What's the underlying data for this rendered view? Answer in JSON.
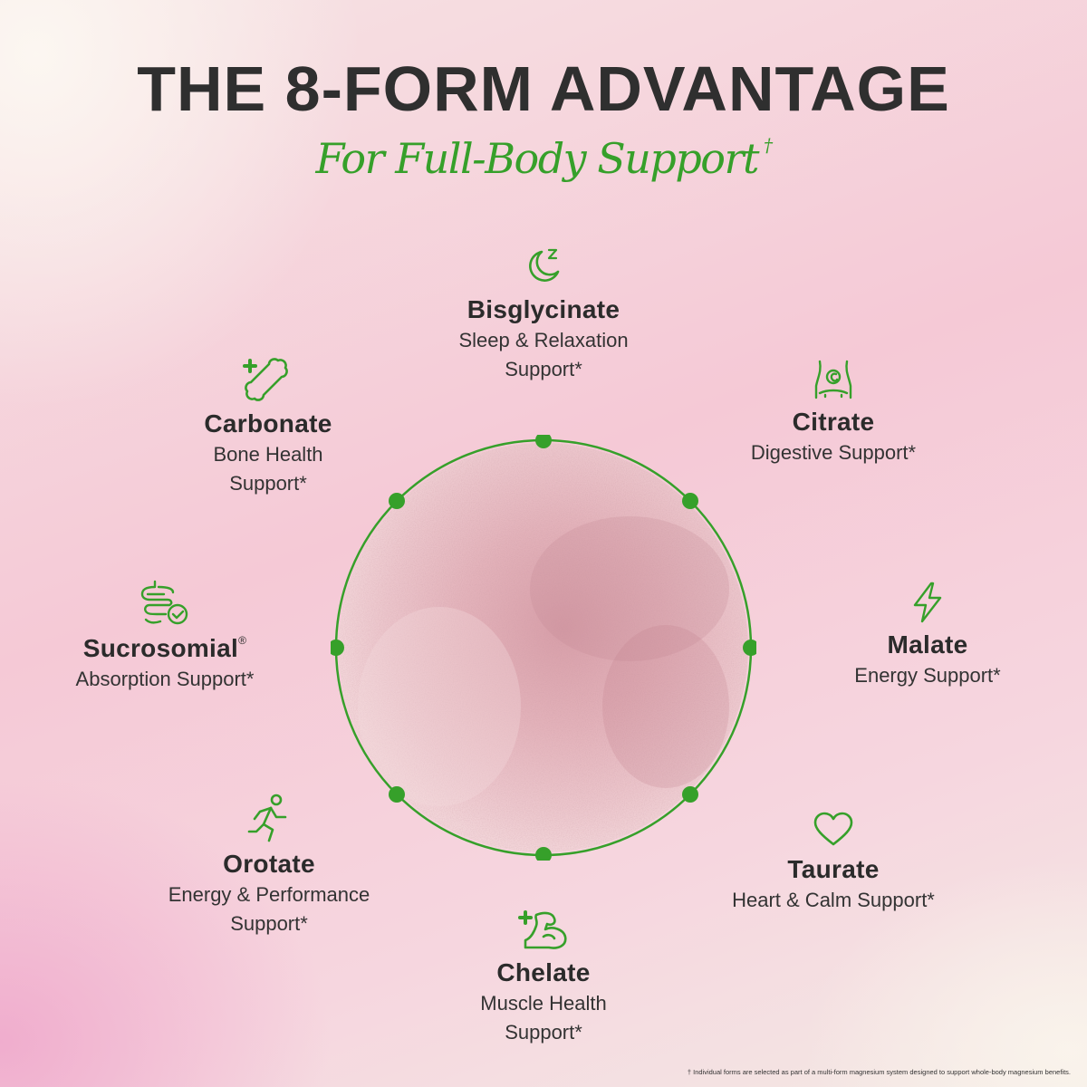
{
  "title": "THE 8-FORM ADVANTAGE",
  "subtitle": "For Full-Body Support",
  "subtitle_mark": "†",
  "accent_color": "#36a02a",
  "forms": {
    "bisglycinate": {
      "name": "Bisglycinate",
      "desc1": "Sleep & Relaxation",
      "desc2": "Support*",
      "icon": "moon-sleep-icon"
    },
    "carbonate": {
      "name": "Carbonate",
      "desc1": "Bone Health",
      "desc2": "Support*",
      "icon": "bone-plus-icon"
    },
    "citrate": {
      "name": "Citrate",
      "desc1": "Digestive Support*",
      "icon": "stomach-icon"
    },
    "sucrosomial": {
      "name": "Sucrosomial",
      "mark": "®",
      "desc1": "Absorption Support*",
      "icon": "intestine-check-icon"
    },
    "malate": {
      "name": "Malate",
      "desc1": "Energy Support*",
      "icon": "lightning-icon"
    },
    "orotate": {
      "name": "Orotate",
      "desc1": "Energy & Performance",
      "desc2": "Support*",
      "icon": "running-person-icon"
    },
    "taurate": {
      "name": "Taurate",
      "desc1": "Heart & Calm Support*",
      "icon": "heart-icon"
    },
    "chelate": {
      "name": "Chelate",
      "desc1": "Muscle Health",
      "desc2": "Support*",
      "icon": "muscle-arm-icon"
    }
  },
  "footnote": "† Individual forms are selected as part of a multi-form magnesium system designed to support whole-body magnesium benefits."
}
